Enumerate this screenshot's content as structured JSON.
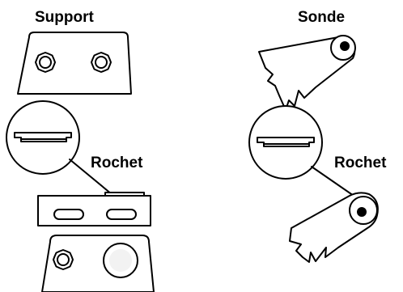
{
  "labels": {
    "support": "Support",
    "sonde": "Sonde",
    "rochet_left": "Rochet",
    "rochet_right": "Rochet"
  },
  "colors": {
    "ink": "#000000",
    "paper": "#ffffff",
    "shade": "#d8d8d8"
  },
  "icons": {
    "nut": "hex-nut-icon",
    "rivet": "rivet-icon"
  }
}
